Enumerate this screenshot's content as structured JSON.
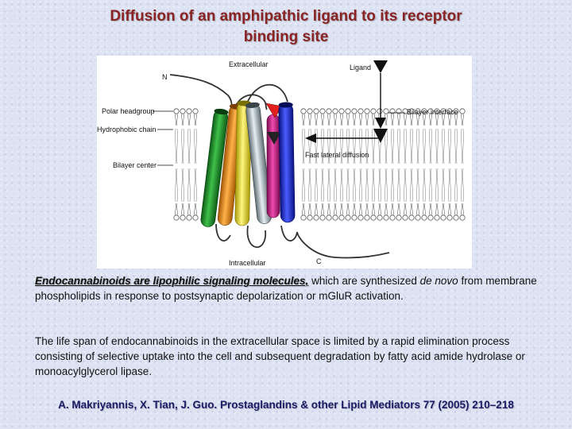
{
  "title": {
    "line1": "Diffusion of an amphipathic ligand to its receptor",
    "line2": "binding site"
  },
  "figure": {
    "labels": {
      "extracellular": "Extracellular",
      "n_terminus": "N",
      "ligand": "Ligand",
      "polar_headgroup": "Polar headgroup",
      "hydrophobic_chain": "Hydrophobic chain",
      "bilayer_interface": "Bilayer interface",
      "bilayer_center": "Bilayer center",
      "fast_lateral_diffusion": "Fast lateral diffusion",
      "intracellular": "Intracellular",
      "c_terminus": "C"
    },
    "helix_colors": [
      "#1f8f2a",
      "#f0901e",
      "#f3e21a",
      "#a9b7bd",
      "#d41f8b",
      "#1f2fd8"
    ],
    "accent_red": "#e3201b"
  },
  "paragraph1": {
    "emphasis": "Endocannabinoids are lipophilic signaling molecules,",
    "part2": " which are synthesized ",
    "italic": "de novo",
    "part3": " from membrane phospholipids in response to postsynaptic depolarization or mGluR activation."
  },
  "paragraph2": "The life span of endocannabinoids in the extracellular space is limited by a rapid elimination process consisting of selective uptake into the cell and subsequent degradation by fatty acid amide hydrolase or monoacylglycerol lipase.",
  "citation": "A. Makriyannis, X. Tian, J. Guo. Prostaglandins & other Lipid Mediators 77 (2005) 210–218",
  "colors": {
    "title": "#8a2323",
    "citation": "#1a1a66",
    "background": "#dde3f2"
  }
}
